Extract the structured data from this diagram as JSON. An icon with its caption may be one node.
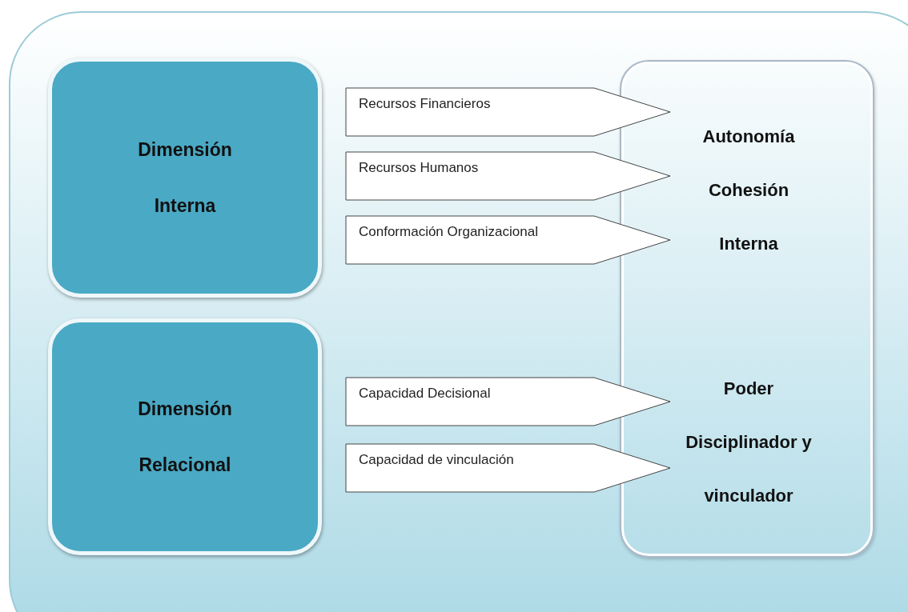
{
  "diagram": {
    "nodes": [
      {
        "text": [
          "Dimensión Interna"
        ]
      },
      {
        "text": [
          "Recursos Financieros"
        ]
      },
      {
        "text": [
          "Recursos Humanos"
        ]
      },
      {
        "text": [
          "Conformación Organizacional"
        ]
      },
      {
        "text": [
          "Autonomía Cohesión Interna",
          "Poder Disciplinador y vinculador"
        ]
      },
      {
        "text": [
          "Dimensión Relacional"
        ]
      },
      {
        "text": [
          "Capacidad Decisional"
        ]
      },
      {
        "text": [
          "Capacidad de vinculación"
        ]
      }
    ]
  }
}
